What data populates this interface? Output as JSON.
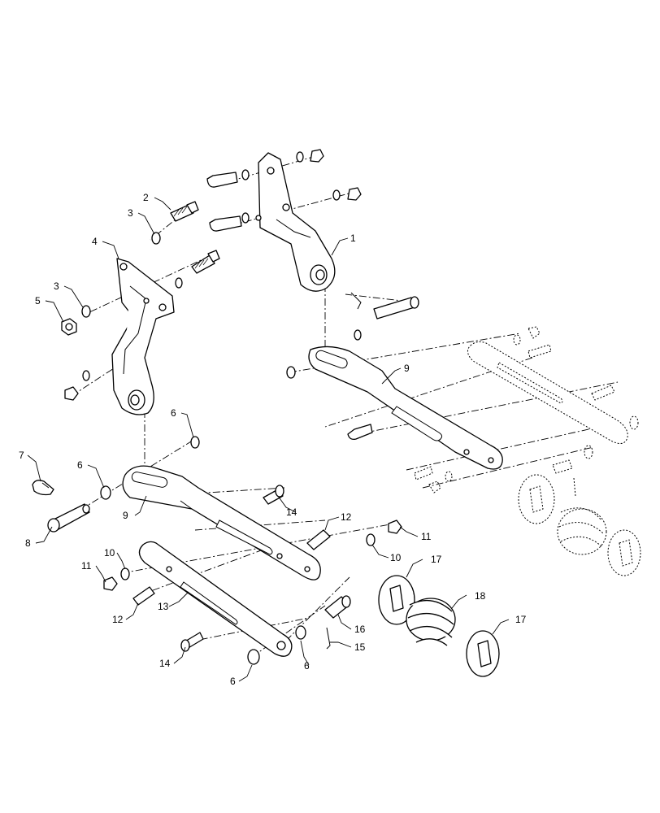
{
  "callouts": {
    "c1": "1",
    "c2": "2",
    "c3a": "3",
    "c3b": "3",
    "c4": "4",
    "c5": "5",
    "c6a": "6",
    "c6b": "6",
    "c6c": "6",
    "c6d": "6",
    "c7": "7",
    "c8": "8",
    "c9a": "9",
    "c9b": "9",
    "c10a": "10",
    "c10b": "10",
    "c11a": "11",
    "c11b": "11",
    "c12a": "12",
    "c12b": "12",
    "c13": "13",
    "c14a": "14",
    "c14b": "14",
    "c15": "15",
    "c16": "16",
    "c17a": "17",
    "c17b": "17",
    "c18": "18"
  }
}
